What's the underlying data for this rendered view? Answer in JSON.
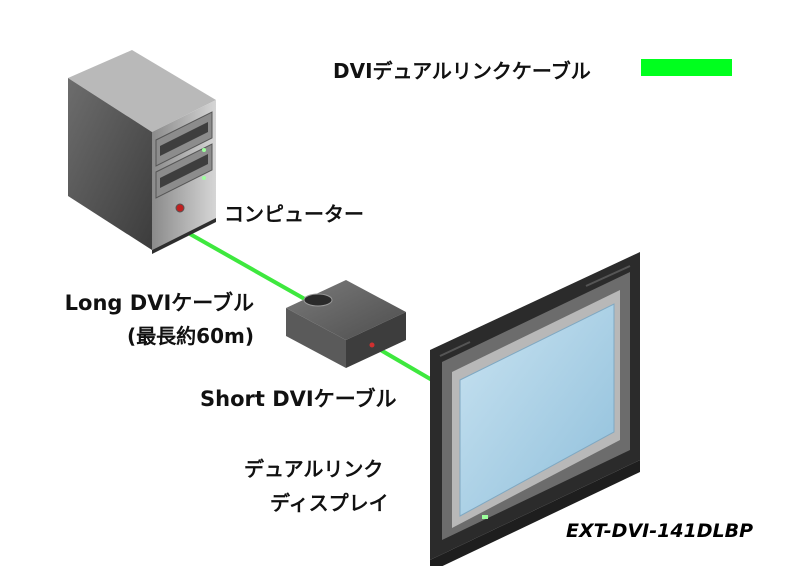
{
  "legend": {
    "text": "DVIデュアルリンクケーブル",
    "color": "#00ff1e"
  },
  "computer": {
    "label": "コンピューター"
  },
  "long_cable": {
    "label": "Long DVIケーブル",
    "sublabel": "(最長約60m)"
  },
  "short_cable": {
    "label": "Short DVIケーブル"
  },
  "display": {
    "label_line1": "デュアルリンク",
    "label_line2": "ディスプレイ"
  },
  "model": {
    "name": "EXT-DVI-141DLBP"
  },
  "cable_color": "#3ee83e"
}
